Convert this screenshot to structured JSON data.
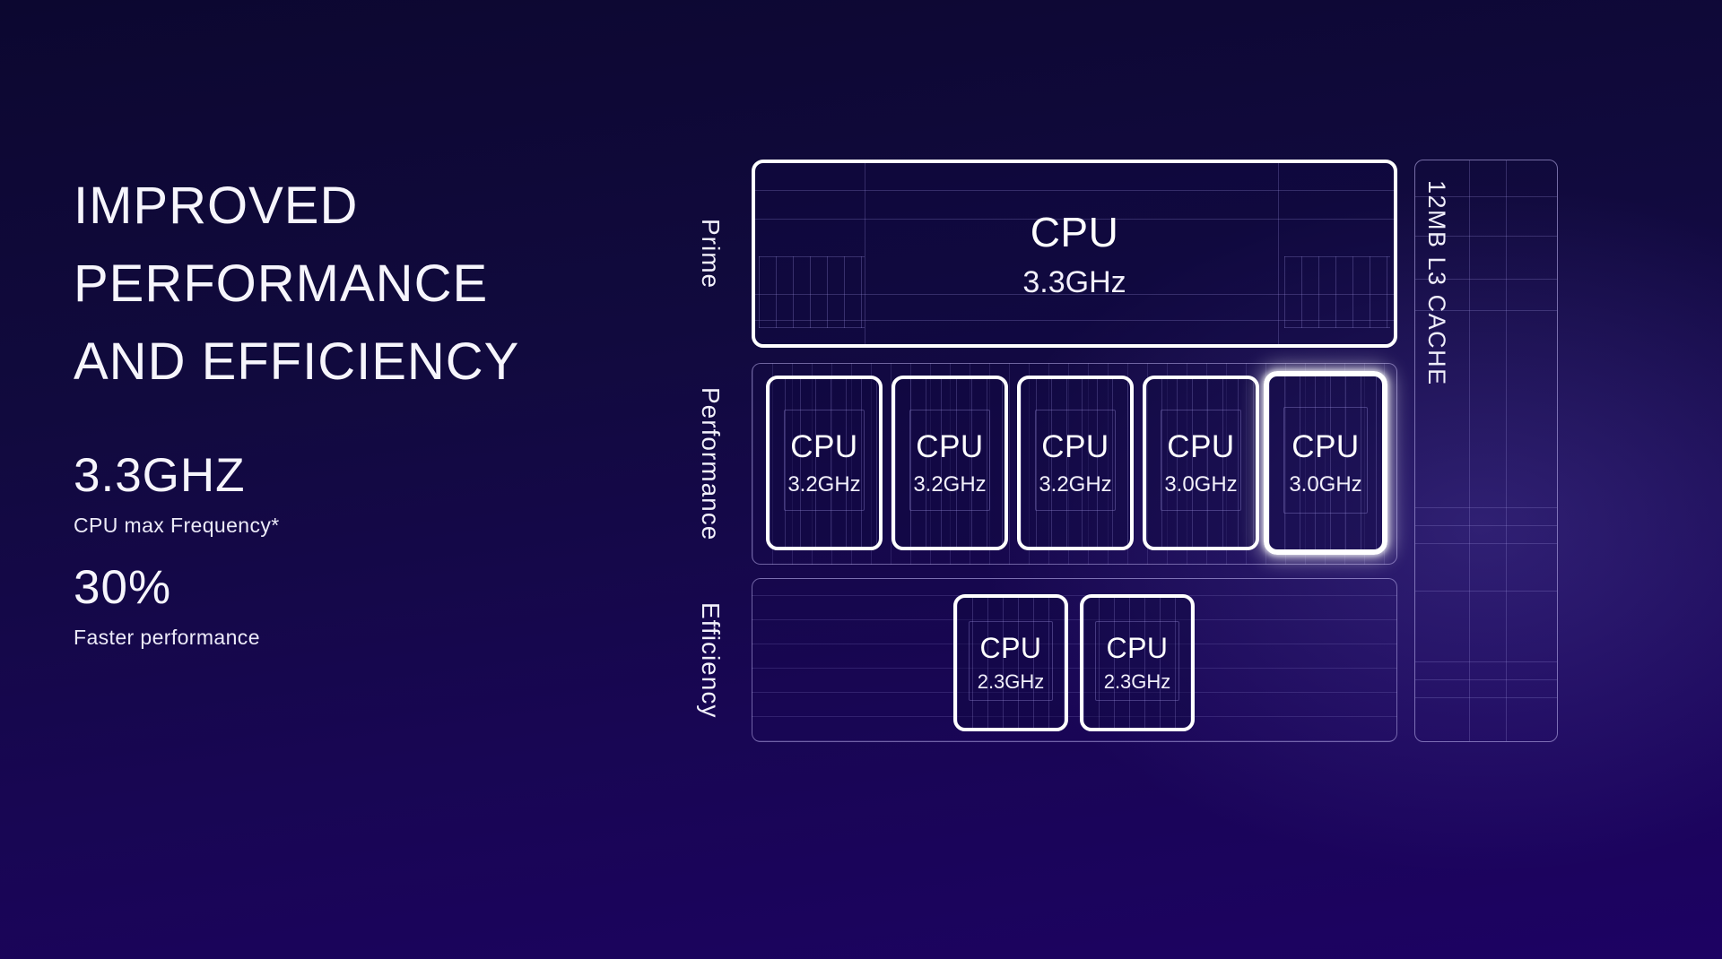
{
  "colors": {
    "background_top": "#0c0730",
    "background_bottom": "#1d0263",
    "box_border": "#ffffff",
    "grid_line": "#968cd7",
    "container_border": "#b9aeeb",
    "highlight_glow": "#ffffff"
  },
  "left_panel": {
    "title_lines": [
      "IMPROVED",
      "PERFORMANCE",
      "AND EFFICIENCY"
    ],
    "stats": [
      {
        "value": "3.3GHZ",
        "label": "CPU max Frequency*"
      },
      {
        "value": "30%",
        "label": "Faster performance"
      }
    ]
  },
  "diagram": {
    "rows": {
      "prime": {
        "label": "Prime",
        "cores": [
          {
            "name": "CPU",
            "freq": "3.3GHz"
          }
        ]
      },
      "performance": {
        "label": "Performance",
        "cores": [
          {
            "name": "CPU",
            "freq": "3.2GHz",
            "highlighted": false
          },
          {
            "name": "CPU",
            "freq": "3.2GHz",
            "highlighted": false
          },
          {
            "name": "CPU",
            "freq": "3.2GHz",
            "highlighted": false
          },
          {
            "name": "CPU",
            "freq": "3.0GHz",
            "highlighted": false
          },
          {
            "name": "CPU",
            "freq": "3.0GHz",
            "highlighted": true
          }
        ]
      },
      "efficiency": {
        "label": "Efficiency",
        "cores": [
          {
            "name": "CPU",
            "freq": "2.3GHz"
          },
          {
            "name": "CPU",
            "freq": "2.3GHz"
          }
        ]
      }
    },
    "cache": {
      "label": "12MB L3 CACHE"
    }
  }
}
